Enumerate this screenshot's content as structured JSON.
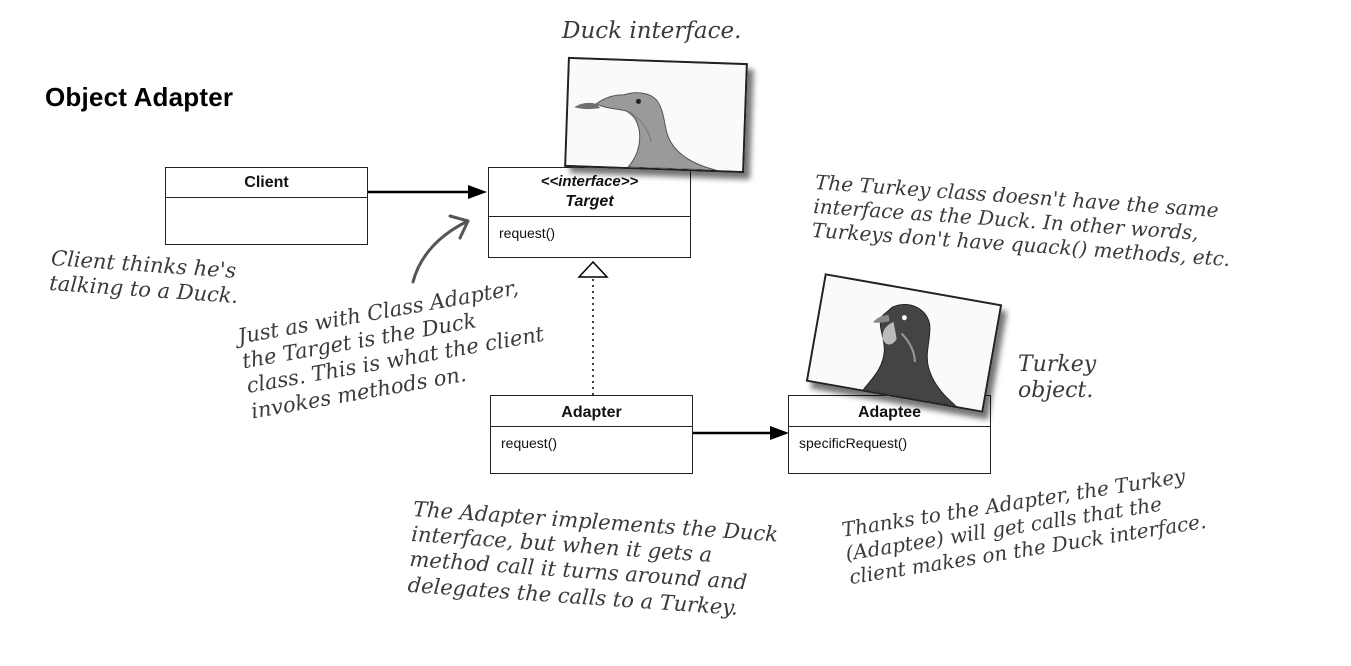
{
  "title": "Object Adapter",
  "boxes": {
    "client": {
      "name": "Client"
    },
    "target": {
      "stereotype": "<<interface>>",
      "name": "Target",
      "op": "request()"
    },
    "adapter": {
      "name": "Adapter",
      "op": "request()"
    },
    "adaptee": {
      "name": "Adaptee",
      "op": "specificRequest()"
    }
  },
  "notes": {
    "duck_label": "Duck interface.",
    "client_note": "Client thinks he's\ntalking to a Duck.",
    "target_note": "Just as with Class Adapter,\nthe Target is the Duck\nclass. This is what the client\ninvokes methods on.",
    "turkey_class_note": "The Turkey class doesn't have the same\ninterface as the Duck. In other words,\nTurkeys don't have quack() methods, etc.",
    "turkey_object": "Turkey\nobject.",
    "adapter_note": "The Adapter implements the Duck\ninterface, but when it gets a\nmethod call it turns around and\ndelegates the calls to a Turkey.",
    "adaptee_note": "Thanks to the Adapter, the Turkey\n(Adaptee) will get calls that the\nclient makes on the Duck interface."
  },
  "images": {
    "duck": "duck-photo",
    "turkey": "turkey-photo"
  }
}
